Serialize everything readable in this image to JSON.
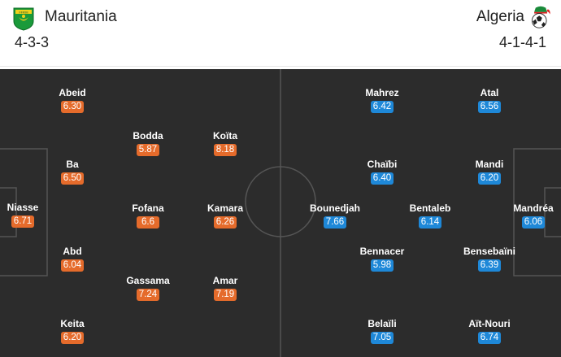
{
  "home": {
    "name": "Mauritania",
    "formation": "4-3-3",
    "crest_icon": "mauritania-crest",
    "rating_color": "#e56b2b",
    "players": [
      {
        "name": "Niasse",
        "rating": "6.71"
      },
      {
        "name": "Abeid",
        "rating": "6.30"
      },
      {
        "name": "Ba",
        "rating": "6.50"
      },
      {
        "name": "Abd",
        "rating": "6.04"
      },
      {
        "name": "Keita",
        "rating": "6.20"
      },
      {
        "name": "Bodda",
        "rating": "5.87"
      },
      {
        "name": "Fofana",
        "rating": "6.6"
      },
      {
        "name": "Gassama",
        "rating": "7.24"
      },
      {
        "name": "Koïta",
        "rating": "8.18"
      },
      {
        "name": "Kamara",
        "rating": "6.26"
      },
      {
        "name": "Amar",
        "rating": "7.19"
      }
    ]
  },
  "away": {
    "name": "Algeria",
    "formation": "4-1-4-1",
    "crest_icon": "algeria-crest",
    "rating_color": "#1e88d8",
    "players": [
      {
        "name": "Mahrez",
        "rating": "6.42"
      },
      {
        "name": "Chaïbi",
        "rating": "6.40"
      },
      {
        "name": "Bennacer",
        "rating": "5.98"
      },
      {
        "name": "Belaïli",
        "rating": "7.05"
      },
      {
        "name": "Bounedjah",
        "rating": "7.66"
      },
      {
        "name": "Bentaleb",
        "rating": "6.14"
      },
      {
        "name": "Atal",
        "rating": "6.56"
      },
      {
        "name": "Mandi",
        "rating": "6.20"
      },
      {
        "name": "Bensebaïni",
        "rating": "6.39"
      },
      {
        "name": "Aït-Nouri",
        "rating": "6.74"
      },
      {
        "name": "Mandréa",
        "rating": "6.06"
      }
    ]
  },
  "pitch_color": "#2c2c2c",
  "line_color": "#555555"
}
